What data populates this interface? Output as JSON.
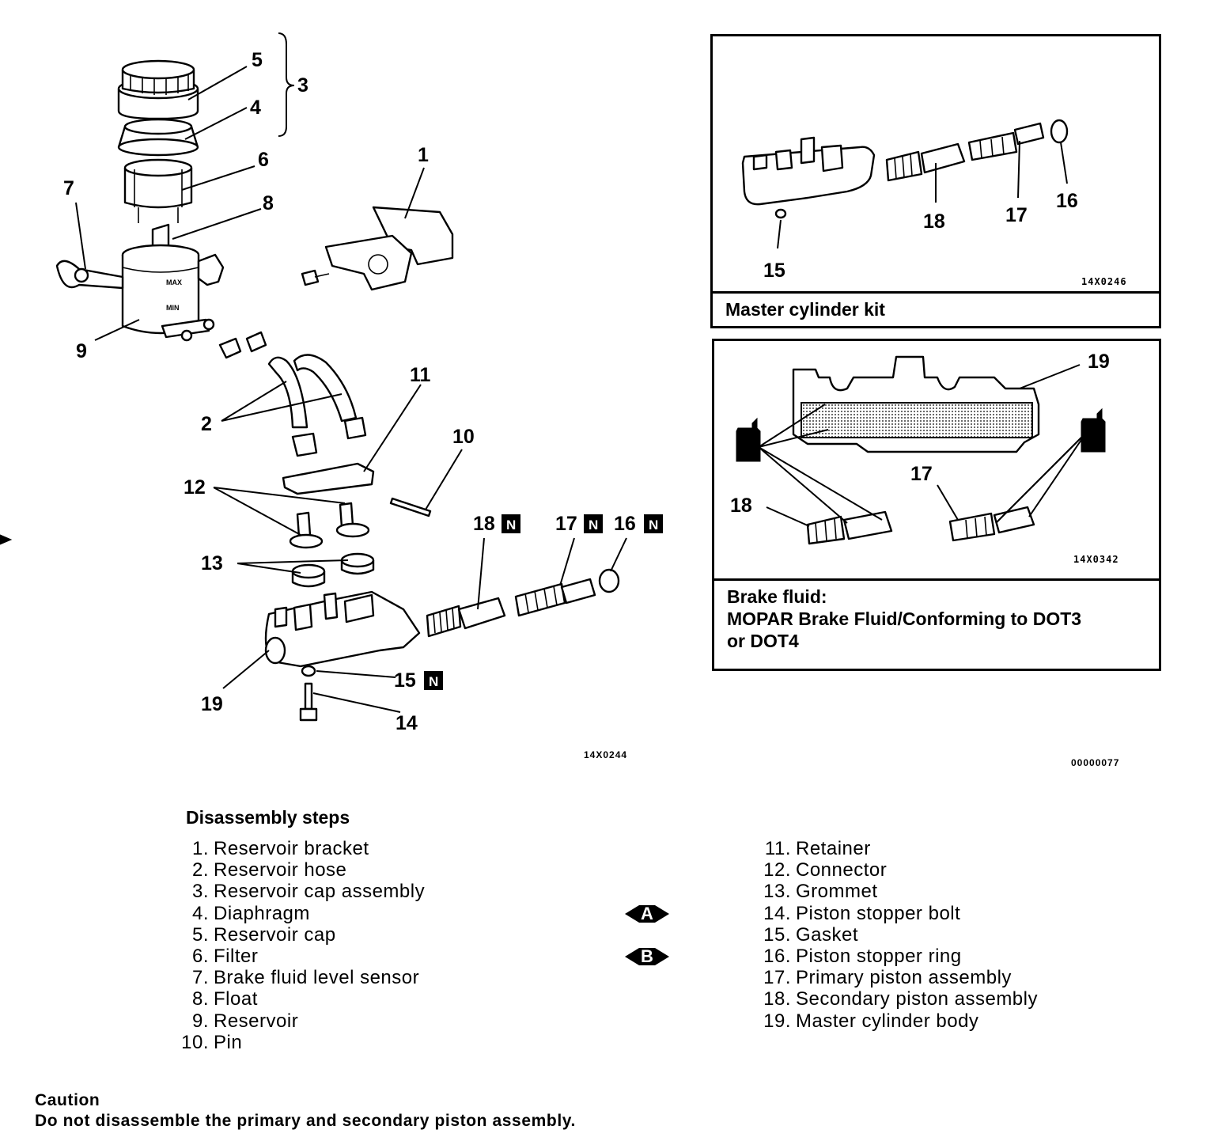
{
  "diagram": {
    "main_callouts": [
      "1",
      "2",
      "3",
      "4",
      "5",
      "6",
      "7",
      "8",
      "9",
      "10",
      "11",
      "12",
      "13",
      "14",
      "15",
      "16",
      "17",
      "18",
      "19"
    ],
    "new_part_mark": "N",
    "main_figure_code": "14X0244",
    "sheet_code": "00000077"
  },
  "kit_panel": {
    "callouts": [
      "15",
      "16",
      "17",
      "18"
    ],
    "figure_code": "14X0246",
    "caption": "Master cylinder kit"
  },
  "fluid_panel": {
    "callouts": [
      "17",
      "18",
      "19"
    ],
    "figure_code": "14X0342",
    "caption_line1": "Brake fluid:",
    "caption_line2": "MOPAR Brake Fluid/Conforming to DOT3",
    "caption_line3": "or DOT4"
  },
  "disassembly": {
    "title": "Disassembly steps",
    "left_steps": [
      {
        "num": "1.",
        "text": "Reservoir bracket"
      },
      {
        "num": "2.",
        "text": "Reservoir hose"
      },
      {
        "num": "3.",
        "text": "Reservoir cap assembly"
      },
      {
        "num": "4.",
        "text": "Diaphragm"
      },
      {
        "num": "5.",
        "text": "Reservoir cap"
      },
      {
        "num": "6.",
        "text": "Filter"
      },
      {
        "num": "7.",
        "text": "Brake fluid level sensor"
      },
      {
        "num": "8.",
        "text": "Float"
      },
      {
        "num": "9.",
        "text": "Reservoir"
      },
      {
        "num": "10.",
        "text": "Pin"
      }
    ],
    "right_steps": [
      {
        "num": "11.",
        "text": "Retainer"
      },
      {
        "num": "12.",
        "text": "Connector"
      },
      {
        "num": "13.",
        "text": "Grommet"
      },
      {
        "num": "14.",
        "text": "Piston stopper bolt"
      },
      {
        "num": "15.",
        "text": "Gasket"
      },
      {
        "num": "16.",
        "text": "Piston stopper ring"
      },
      {
        "num": "17.",
        "text": "Primary piston assembly"
      },
      {
        "num": "18.",
        "text": "Secondary piston assembly"
      },
      {
        "num": "19.",
        "text": "Master cylinder body"
      }
    ],
    "markers": [
      "A",
      "B"
    ]
  },
  "caution": {
    "title": "Caution",
    "text": "Do not disassemble the primary and secondary piston assembly."
  }
}
